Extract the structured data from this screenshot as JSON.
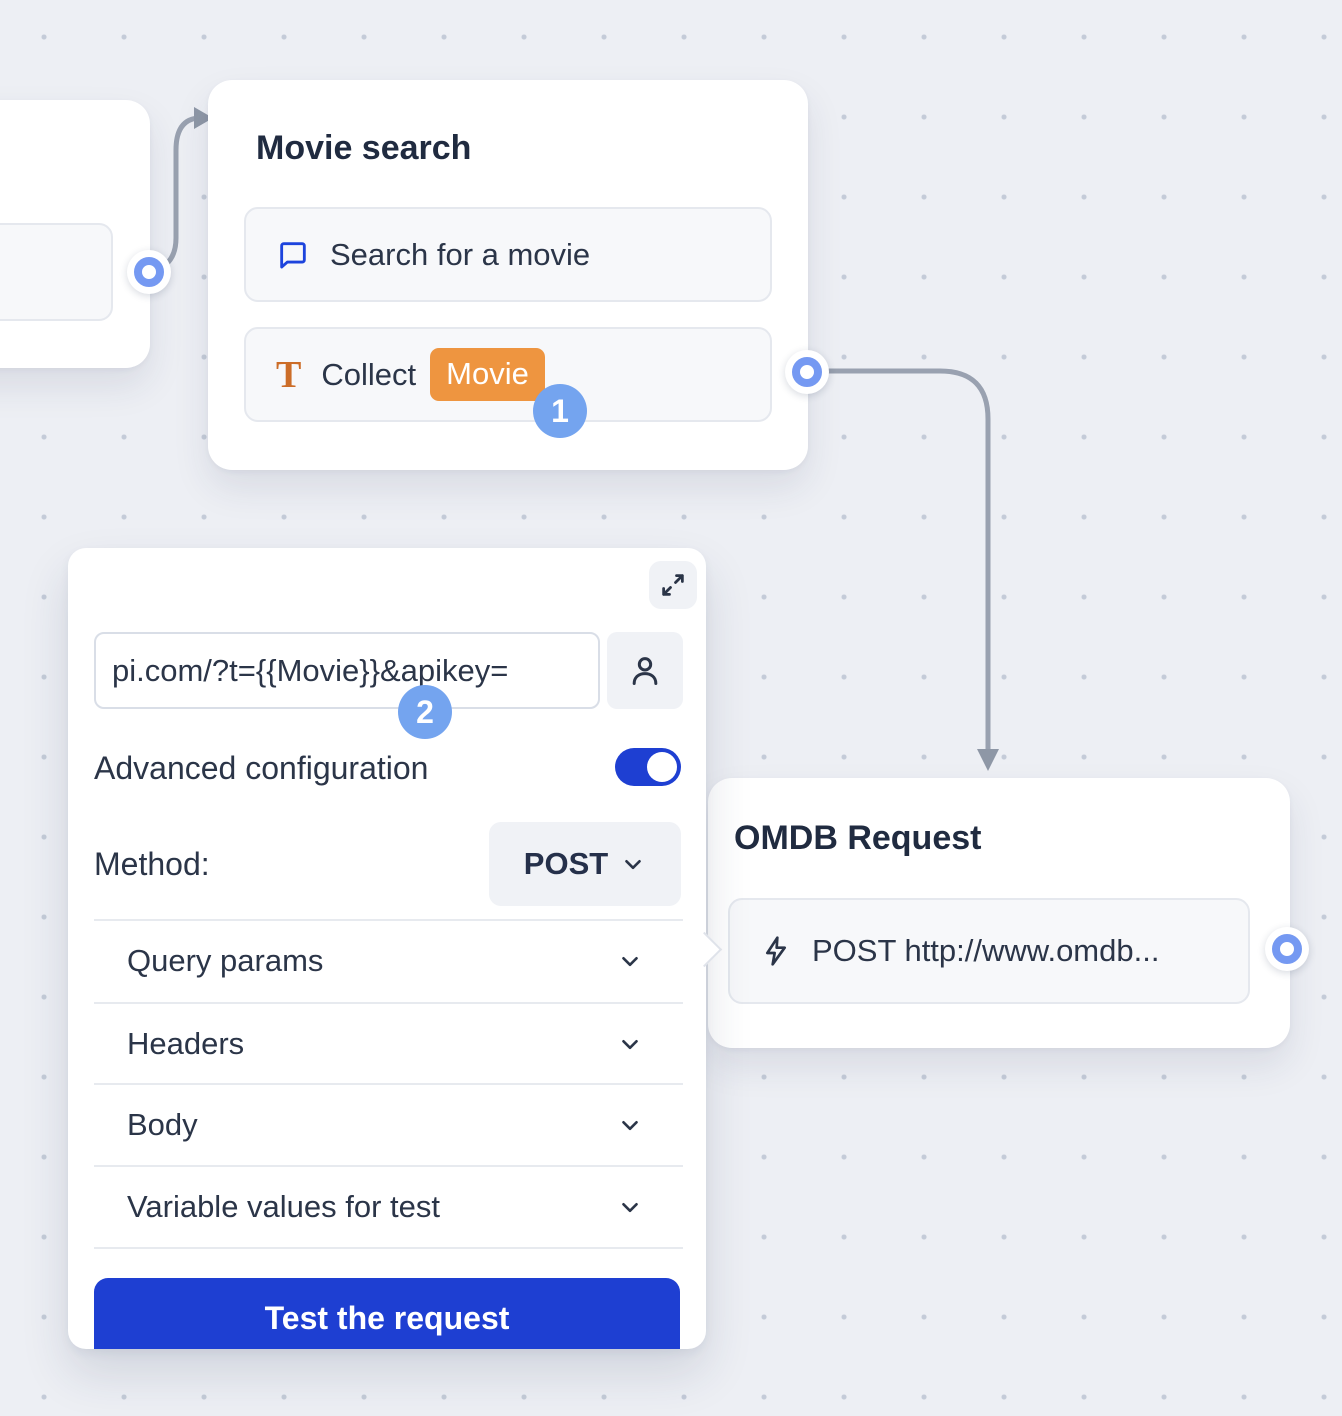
{
  "canvas": {
    "background_color": "#edeff4",
    "dot_color": "#c4cbd8"
  },
  "colors": {
    "accent_blue": "#1e3fd2",
    "step_badge_blue": "#74a4ef",
    "port_blue": "#7599f2",
    "variable_orange": "#ee9540",
    "connector_gray": "#99a1b0",
    "text_dark": "#2b3548"
  },
  "nodes": {
    "movie_search": {
      "title": "Movie search",
      "items": [
        {
          "icon": "chat-bubble-icon",
          "label": "Search for a movie"
        },
        {
          "icon": "text-input-icon",
          "icon_glyph": "T",
          "label": "Collect",
          "variable": "Movie"
        }
      ]
    },
    "omdb_request": {
      "title": "OMDB Request",
      "items": [
        {
          "icon": "lightning-icon",
          "label": "POST http://www.omdb..."
        }
      ]
    }
  },
  "step_badges": [
    {
      "number": "1"
    },
    {
      "number": "2"
    }
  ],
  "webhook_panel": {
    "expand_icon": "expand-icon",
    "url_value": "pi.com/?t={{Movie}}&apikey=",
    "person_icon": "person-icon",
    "advanced_label": "Advanced configuration",
    "advanced_enabled": true,
    "method_label": "Method:",
    "method_value": "POST",
    "sections": [
      {
        "label": "Query params",
        "icon": "chevron-down-icon"
      },
      {
        "label": "Headers",
        "icon": "chevron-down-icon"
      },
      {
        "label": "Body",
        "icon": "chevron-down-icon"
      },
      {
        "label": "Variable values for test",
        "icon": "chevron-down-icon"
      }
    ],
    "test_button_label": "Test the request"
  }
}
